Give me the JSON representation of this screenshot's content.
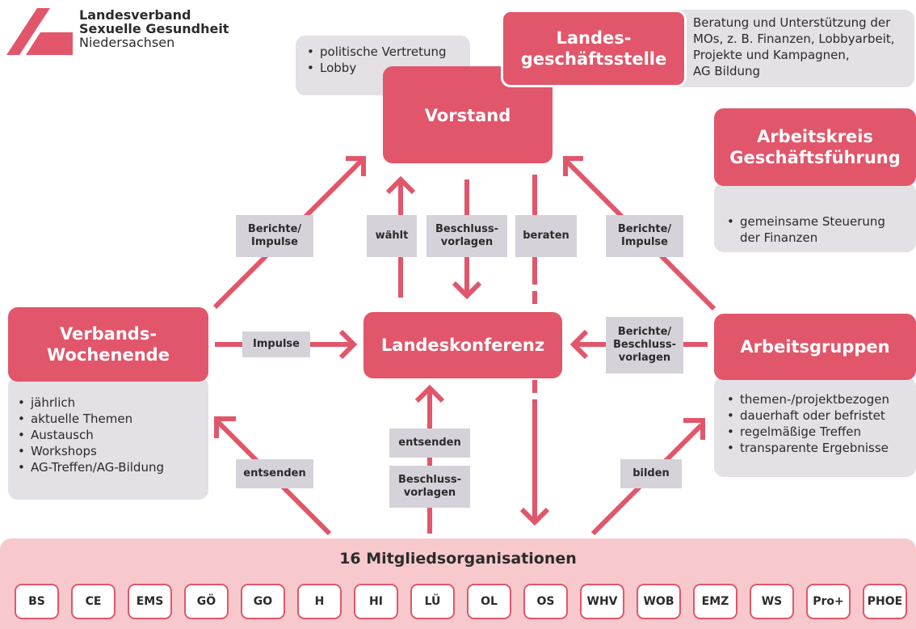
{
  "logo": {
    "line1": "Landesverband",
    "line2": "Sexuelle Gesundheit",
    "line3": "Niedersachsen"
  },
  "colors": {
    "accent": "#e1566a",
    "panel": "#e3e0e6",
    "tag": "#d6d2da",
    "members_bg": "#f7c9cc"
  },
  "vorstand": {
    "title": "Vorstand",
    "notes": [
      "politische Vertretung",
      "Lobby"
    ]
  },
  "geschaeftsstelle": {
    "title": "Landes-\ngeschäftsstelle",
    "note": "Beratung und Unterstützung der\nMOs, z. B. Finanzen, Lobbyarbeit,\nProjekte und Kampagnen,\nAG Bildung"
  },
  "arbeitskreis": {
    "title": "Arbeitskreis\nGeschäftsführung",
    "notes": [
      "gemeinsame Steuerung\nder Finanzen"
    ]
  },
  "verbandswochenende": {
    "title": "Verbands-\nWochenende",
    "notes": [
      "jährlich",
      "aktuelle Themen",
      "Austausch",
      "Workshops",
      "AG-Treffen/AG-Bildung"
    ]
  },
  "landeskonferenz": {
    "title": "Landeskonferenz"
  },
  "arbeitsgruppen": {
    "title": "Arbeitsgruppen",
    "notes": [
      "themen-/projektbezogen",
      "dauerhaft oder befristet",
      "regelmäßige Treffen",
      "transparente Ergebnisse"
    ]
  },
  "labels": {
    "berichte_left": "Berichte/\nImpulse",
    "waehlt": "wählt",
    "beschluss_down": "Beschluss-\nvorlagen",
    "beraten": "beraten",
    "berichte_right": "Berichte/\nImpulse",
    "impulse": "Impulse",
    "berichte_beschluss": "Berichte/\nBeschluss-\nvorlagen",
    "entsenden_left": "entsenden",
    "entsenden_center": "entsenden",
    "beschluss_up": "Beschluss-\nvorlagen",
    "bilden": "bilden"
  },
  "members": {
    "title": "16 Mitgliedsorganisationen",
    "items": [
      "BS",
      "CE",
      "EMS",
      "GÖ",
      "GO",
      "H",
      "HI",
      "LÜ",
      "OL",
      "OS",
      "WHV",
      "WOB",
      "EMZ",
      "WS",
      "Pro+",
      "PHOE"
    ]
  }
}
